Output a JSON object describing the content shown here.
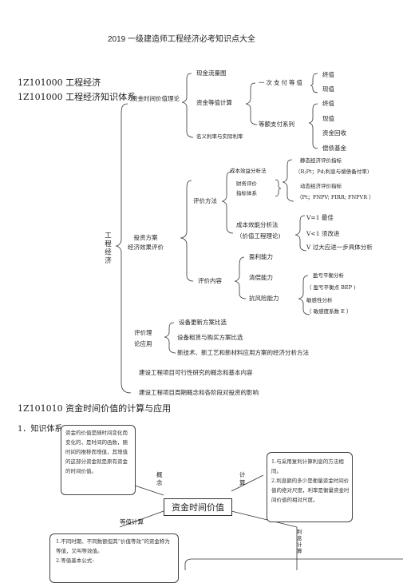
{
  "title": "2019 一级建造师工程经济必考知识点大全",
  "heading1": "1Z101000  工程经济",
  "heading2": "1Z101000    工程经济知识体系",
  "tree": {
    "root": "工程经济",
    "branches": {
      "time_value": "资金时间价值理论",
      "cash_flow": "现金流量图",
      "equiv_calc": "资金等值计算",
      "once_pay": "一次支付等值",
      "final": "终值",
      "present": "现值",
      "series": "等额支付系列",
      "s_final": "终值",
      "s_present": "现值",
      "capital_recovery": "资金回收",
      "sinking": "偿债基金",
      "rates": "名义利率与实际利率",
      "invest_eval": "投资方案\n经济效果评价",
      "eval_method": "评价方法",
      "cost_eff": "成本效益分析法",
      "fin_eval": "财务评价\n指标体系",
      "static_idx": "静态经济评价指标",
      "static_detail": "（R;Pt；Pd;利息与偿债备付率)",
      "dynamic_idx": "动态经济评价指标",
      "dynamic_detail": "（Pt；FNPV; FIRR; FNPVR ）",
      "cost_anal": "成本效能分析法",
      "cost_anal2": "（价值工程理论)",
      "v1": "V=1 最佳",
      "v2": "V<1  须改进",
      "v3": "V 过大应进一步具体分析",
      "eval_content": "评价内容",
      "profit": "盈利能力",
      "debt": "清偿能力",
      "risk": "抗风险能力",
      "breakeven": "盈亏平衡分析",
      "bep": "（ 盈亏平衡点 BEP )",
      "sensitivity": "敏感性分析",
      "sens_coef": "（ 敏感度系数   E ）",
      "eval_app": "评价理\n论应用",
      "equip_update": "设备更新方案比选",
      "equip_lease": "设备租赁与购买方案比选",
      "new_tech": "新技术、新工艺和新材料应用方案的经济分析方法",
      "feasibility": "建设工程项目可行性研究的概念和基本内容",
      "lifecycle": "建设工程项目周期概念和各阶段对投资的影响"
    }
  },
  "section_heading": "1Z101010  资金时间价值的计算与应用",
  "sub_heading": "1．知识体系",
  "mindmap": {
    "center": "资金时间价值",
    "concept_label": "概\n念",
    "calc_label": "计\n算",
    "equiv_label": "等值计算",
    "interest_label": "利\n息\n计\n算",
    "concept_text": "资金的价值是随时间变化而变化的，是时间的函数，随时间的推移而增值，其增值的这部分资金就是原有资金的时间价值。",
    "calc_text": "1.与采用复利计算利息的方法相同。\n2.利息额的多少是衡量资金时间价值的绝对尺度，利率是衡量资金时间价值的相对尺度。",
    "equiv_text": "1.不同时期、不同数额但其“价值等效”的资金称为等值，又叫等效值。\n2.等值基本公式:"
  }
}
